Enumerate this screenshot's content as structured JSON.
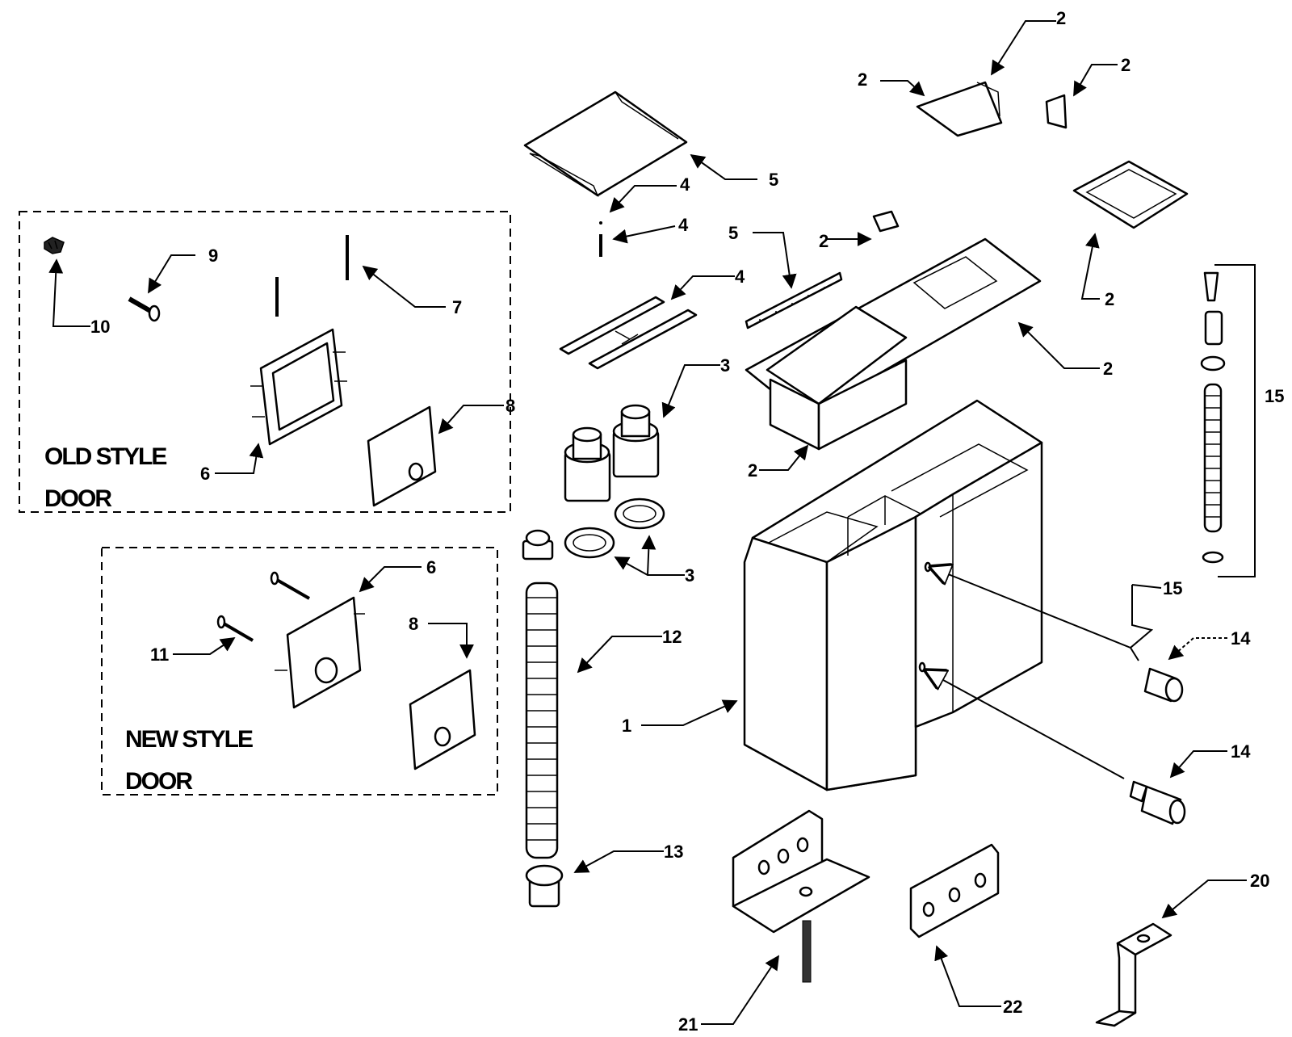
{
  "groups": {
    "old_style": {
      "line1": "OLD STYLE",
      "line2": "DOOR"
    },
    "new_style": {
      "line1": "NEW STYLE",
      "line2": "DOOR"
    }
  },
  "callouts": {
    "c1": "1",
    "c2a": "2",
    "c2b": "2",
    "c2c": "2",
    "c2d": "2",
    "c2e": "2",
    "c2f": "2",
    "c2g": "2",
    "c3a": "3",
    "c3b": "3",
    "c4a": "4",
    "c4b": "4",
    "c4c": "4",
    "c5a": "5",
    "c5b": "5",
    "c6a": "6",
    "c6b": "6",
    "c7": "7",
    "c8a": "8",
    "c8b": "8",
    "c9": "9",
    "c10": "10",
    "c11": "11",
    "c12": "12",
    "c13": "13",
    "c14a": "14",
    "c14b": "14",
    "c15a": "15",
    "c15b": "15",
    "c20": "20",
    "c21": "21",
    "c22": "22"
  }
}
